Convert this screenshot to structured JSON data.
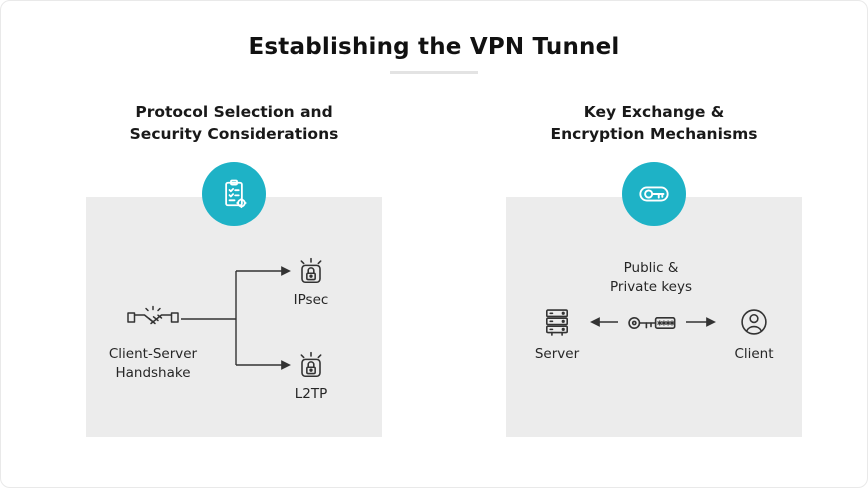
{
  "page": {
    "title": "Establishing the VPN Tunnel"
  },
  "colors": {
    "accent": "#1eb2c6",
    "panel_bg": "#ececec",
    "text": "#262626"
  },
  "icons": [
    "checklist-clipboard-icon",
    "key-icon",
    "handshake-icon",
    "secure-lock-icon",
    "server-icon",
    "key-password-icon",
    "user-circle-icon"
  ],
  "panels": {
    "left": {
      "heading_line1": "Protocol Selection and",
      "heading_line2": "Security Considerations",
      "source_label_line1": "Client-Server",
      "source_label_line2": "Handshake",
      "options": [
        {
          "label": "IPsec"
        },
        {
          "label": "L2TP"
        }
      ]
    },
    "right": {
      "heading_line1": "Key Exchange &",
      "heading_line2": "Encryption Mechanisms",
      "keys_label_line1": "Public &",
      "keys_label_line2": "Private keys",
      "server_label": "Server",
      "client_label": "Client"
    }
  }
}
